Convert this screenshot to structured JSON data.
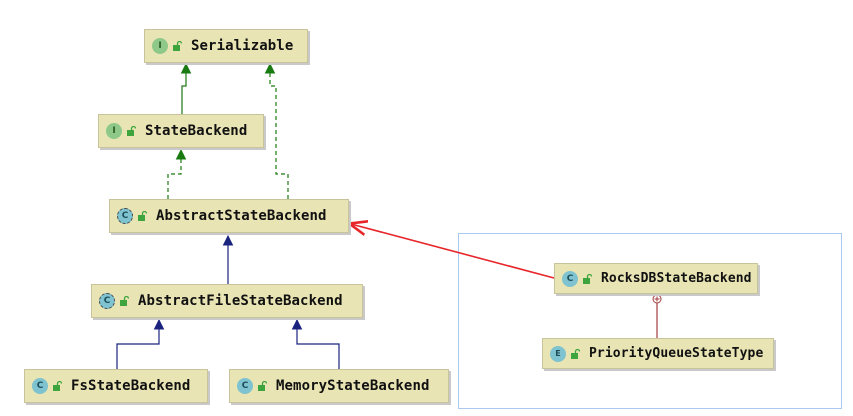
{
  "nodes": {
    "serializable": {
      "label": "Serializable",
      "badge": "I"
    },
    "state_backend": {
      "label": "StateBackend",
      "badge": "I"
    },
    "abstract_state_backend": {
      "label": "AbstractStateBackend",
      "badge": "C"
    },
    "abstract_file_state_backend": {
      "label": "AbstractFileStateBackend",
      "badge": "C"
    },
    "fs_state_backend": {
      "label": "FsStateBackend",
      "badge": "C"
    },
    "memory_state_backend": {
      "label": "MemoryStateBackend",
      "badge": "C"
    },
    "rocksdb_state_backend": {
      "label": "RocksDBStateBackend",
      "badge": "C"
    },
    "priority_queue_state_type": {
      "label": "PriorityQueueStateType",
      "badge": "E"
    }
  },
  "colors": {
    "node_fill": "#e8e4b4",
    "implements_edge": "#1a7a12",
    "extends_edge": "#1a237e",
    "highlight_edge": "#e8262a",
    "inner_edge": "#a33b3b",
    "group_border": "#a9c9ef"
  }
}
